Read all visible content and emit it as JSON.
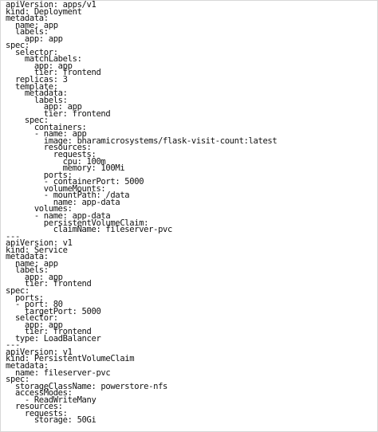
{
  "document": {
    "lines": [
      "apiVersion: apps/v1",
      "kind: Deployment",
      "metadata:",
      "  name: app",
      "  labels:",
      "    app: app",
      "spec:",
      "  selector:",
      "    matchLabels:",
      "      app: app",
      "      tier: frontend",
      "  replicas: 3",
      "  template:",
      "    metadata:",
      "      labels:",
      "        app: app",
      "        tier: frontend",
      "    spec:",
      "      containers:",
      "      - name: app",
      "        image: bharamicrosystems/flask-visit-count:latest",
      "        resources:",
      "          requests:",
      "            cpu: 100m",
      "            memory: 100Mi",
      "        ports:",
      "        - containerPort: 5000",
      "        volumeMounts:",
      "        - mountPath: /data",
      "          name: app-data",
      "      volumes:",
      "      - name: app-data",
      "        persistentVolumeClaim:",
      "          claimName: fileserver-pvc",
      "---",
      "apiVersion: v1",
      "kind: Service",
      "metadata:",
      "  name: app",
      "  labels:",
      "    app: app",
      "    tier: frontend",
      "spec:",
      "  ports:",
      "  - port: 80",
      "    targetPort: 5000",
      "  selector:",
      "    app: app",
      "    tier: frontend",
      "  type: LoadBalancer",
      "---",
      "apiVersion: v1",
      "kind: PersistentVolumeClaim",
      "metadata:",
      "  name: fileserver-pvc",
      "spec:",
      "  storageClassName: powerstore-nfs",
      "  accessModes:",
      "    - ReadWriteMany",
      "  resources:",
      "    requests:",
      "      storage: 50Gi"
    ]
  }
}
